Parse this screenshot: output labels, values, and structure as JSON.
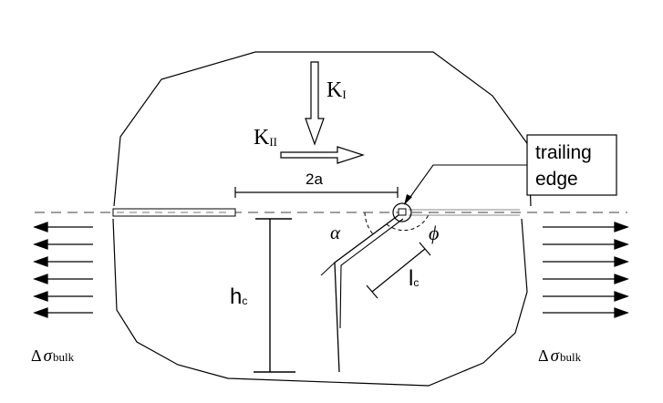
{
  "labels": {
    "K_I": {
      "main": "K",
      "sub": "I"
    },
    "K_II": {
      "main": "K",
      "sub": "II"
    },
    "trailing_edge": [
      "trailing",
      "edge"
    ],
    "two_a": "2a",
    "alpha": "α",
    "phi": "ϕ",
    "l_c": {
      "main": "l",
      "sub": "c"
    },
    "h_c": {
      "main": "h",
      "sub": "c"
    },
    "stress_left": {
      "delta": "Δ",
      "sigma": "σ",
      "sub": "bulk"
    },
    "stress_right": {
      "delta": "Δ",
      "sigma": "σ",
      "sub": "bulk"
    }
  },
  "colors": {
    "line": "#000000",
    "dash": "#555555",
    "background": "#ffffff"
  }
}
